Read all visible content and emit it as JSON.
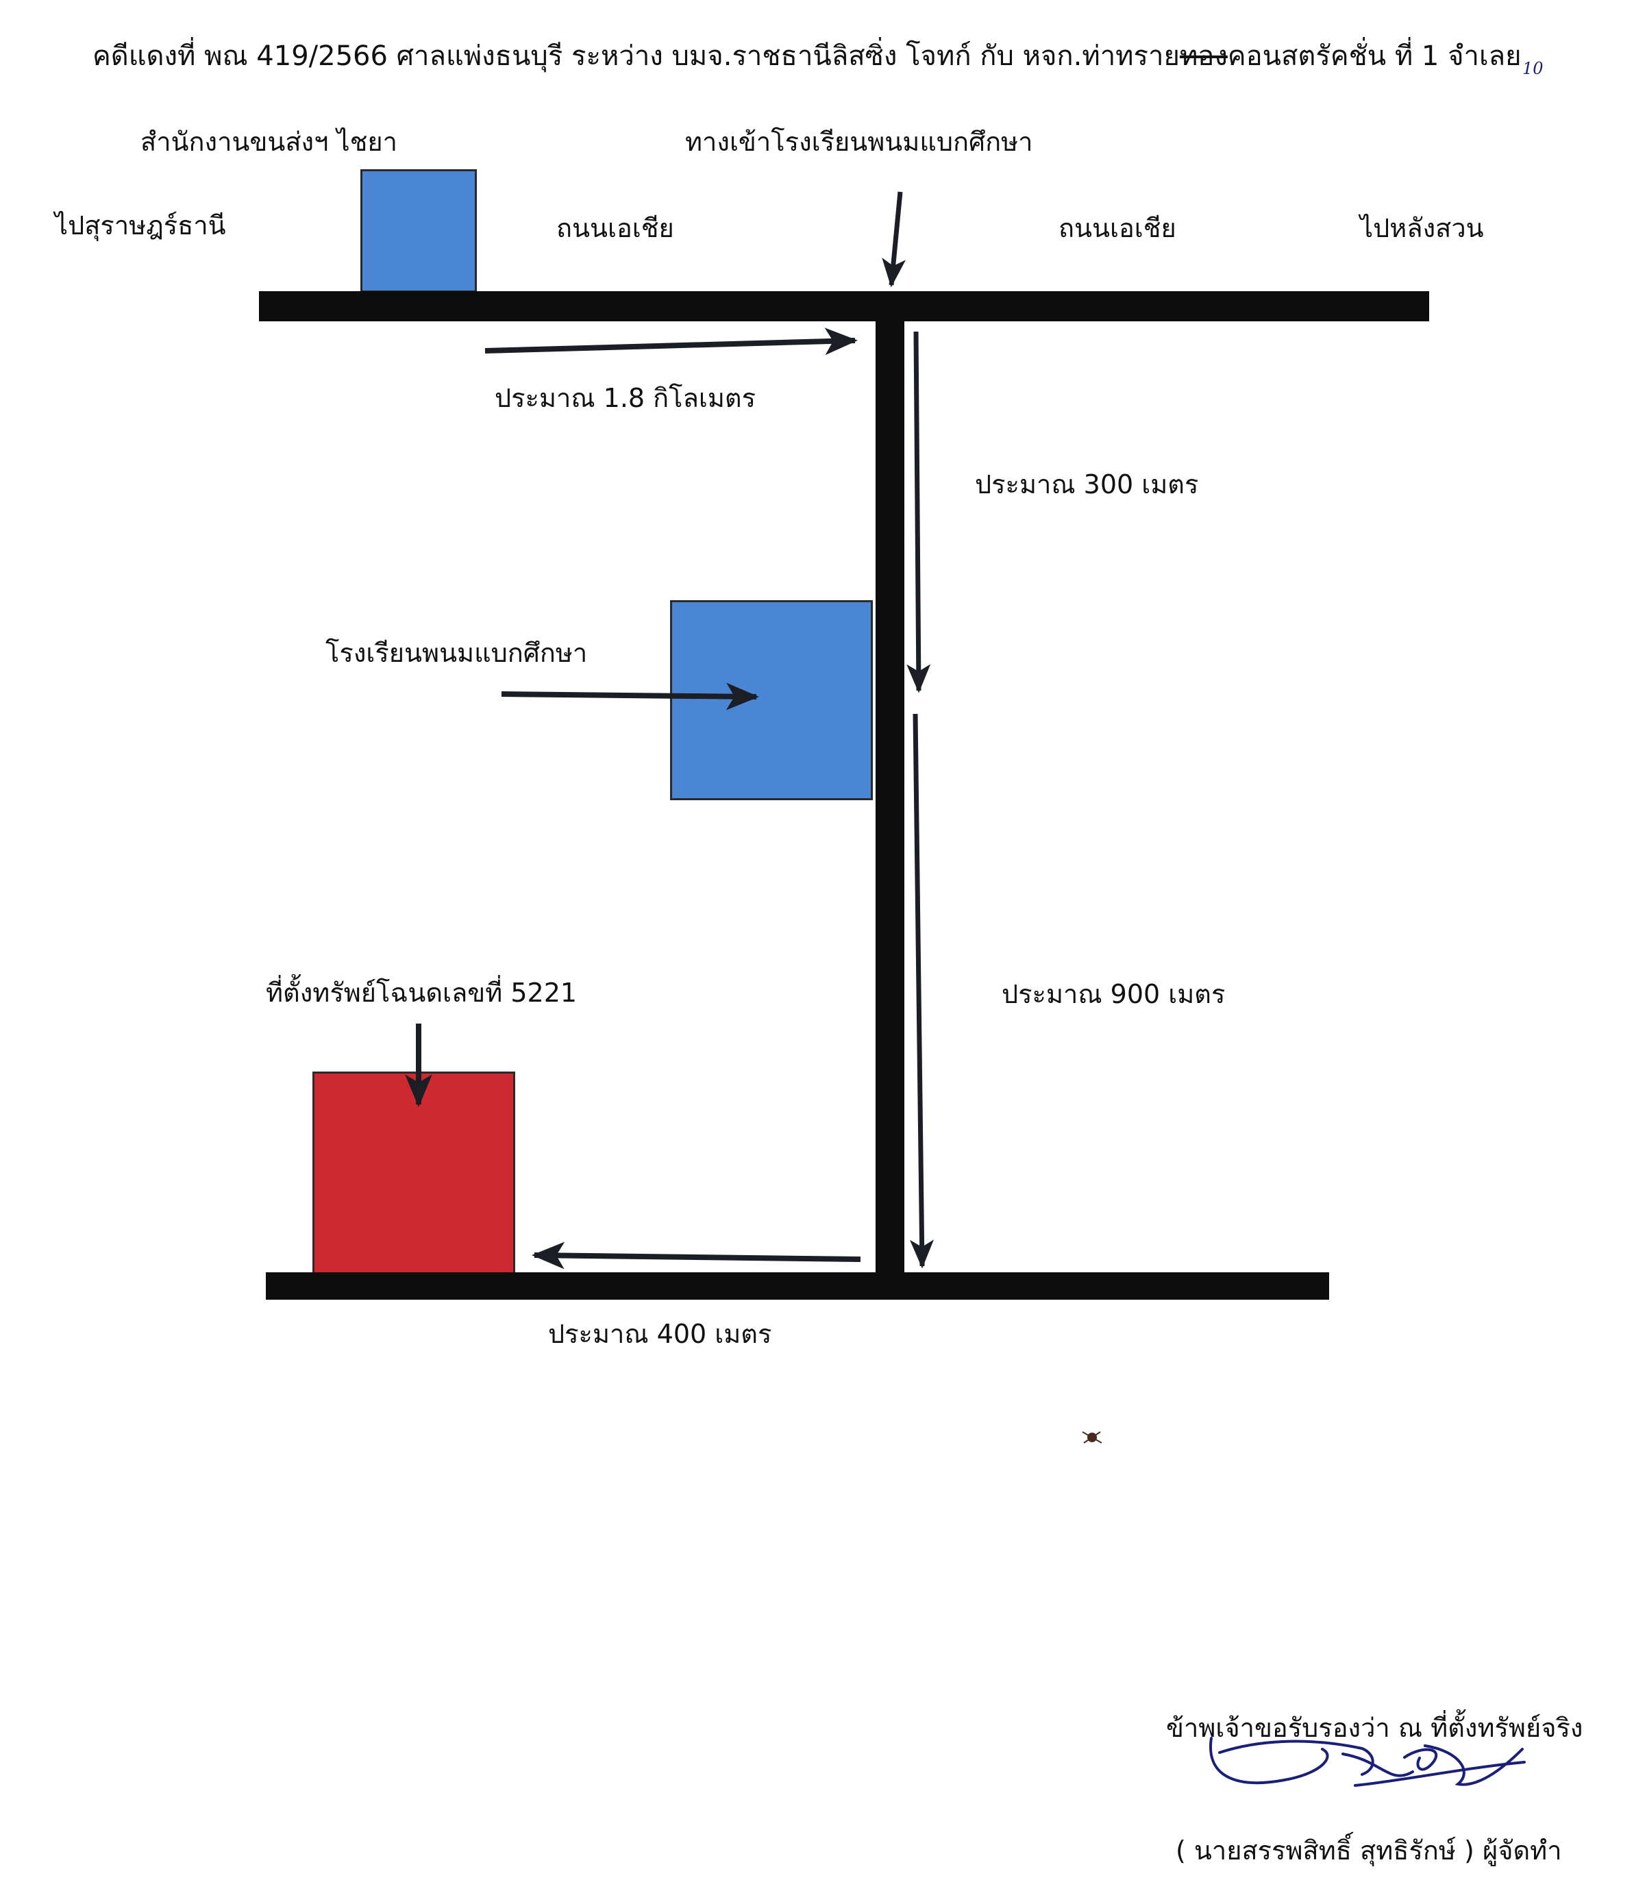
{
  "header": {
    "part1": "คดีแดงที่ พณ 419/2566 ศาลแพ่งธนบุรี ระหว่าง บมจ.ราชธานีลิสซิ่ง โจทก์ กับ หจก.ท่าทราย",
    "struck": "ทอง",
    "part2": "คอนสตรัคชั่น  ที่ 1 จำเลย",
    "page_mark": "10"
  },
  "labels": {
    "office": "สำนักงานขนส่งฯ ไชยา",
    "school_entrance": "ทางเข้าโรงเรียนพนมแบกศึกษา",
    "to_surat": "ไปสุราษฎร์ธานี",
    "road_left": "ถนนเอเชีย",
    "road_right": "ถนนเอเชีย",
    "to_langsuan": "ไปหลังสวน",
    "dist_1_8km": "ประมาณ 1.8 กิโลเมตร",
    "dist_300m": "ประมาณ 300 เมตร",
    "school": "โรงเรียนพนมแบกศึกษา",
    "property": "ที่ตั้งทรัพย์โฉนดเลขที่ 5221",
    "dist_900m": "ประมาณ 900 เมตร",
    "dist_400m": "ประมาณ 400 เมตร"
  },
  "footer": {
    "certify": "ข้าพเจ้าขอรับรองว่า ณ ที่ตั้งทรัพย์จริง",
    "signer": "( นายสรรพสิทธิ์  สุทธิรักษ์ )  ผู้จัดทำ"
  },
  "colors": {
    "blue_box": "#4a86d4",
    "red_box": "#cc2a30",
    "road": "#0d0d0d",
    "arrow": "#1c1e26",
    "pen": "#1a1f7a"
  }
}
